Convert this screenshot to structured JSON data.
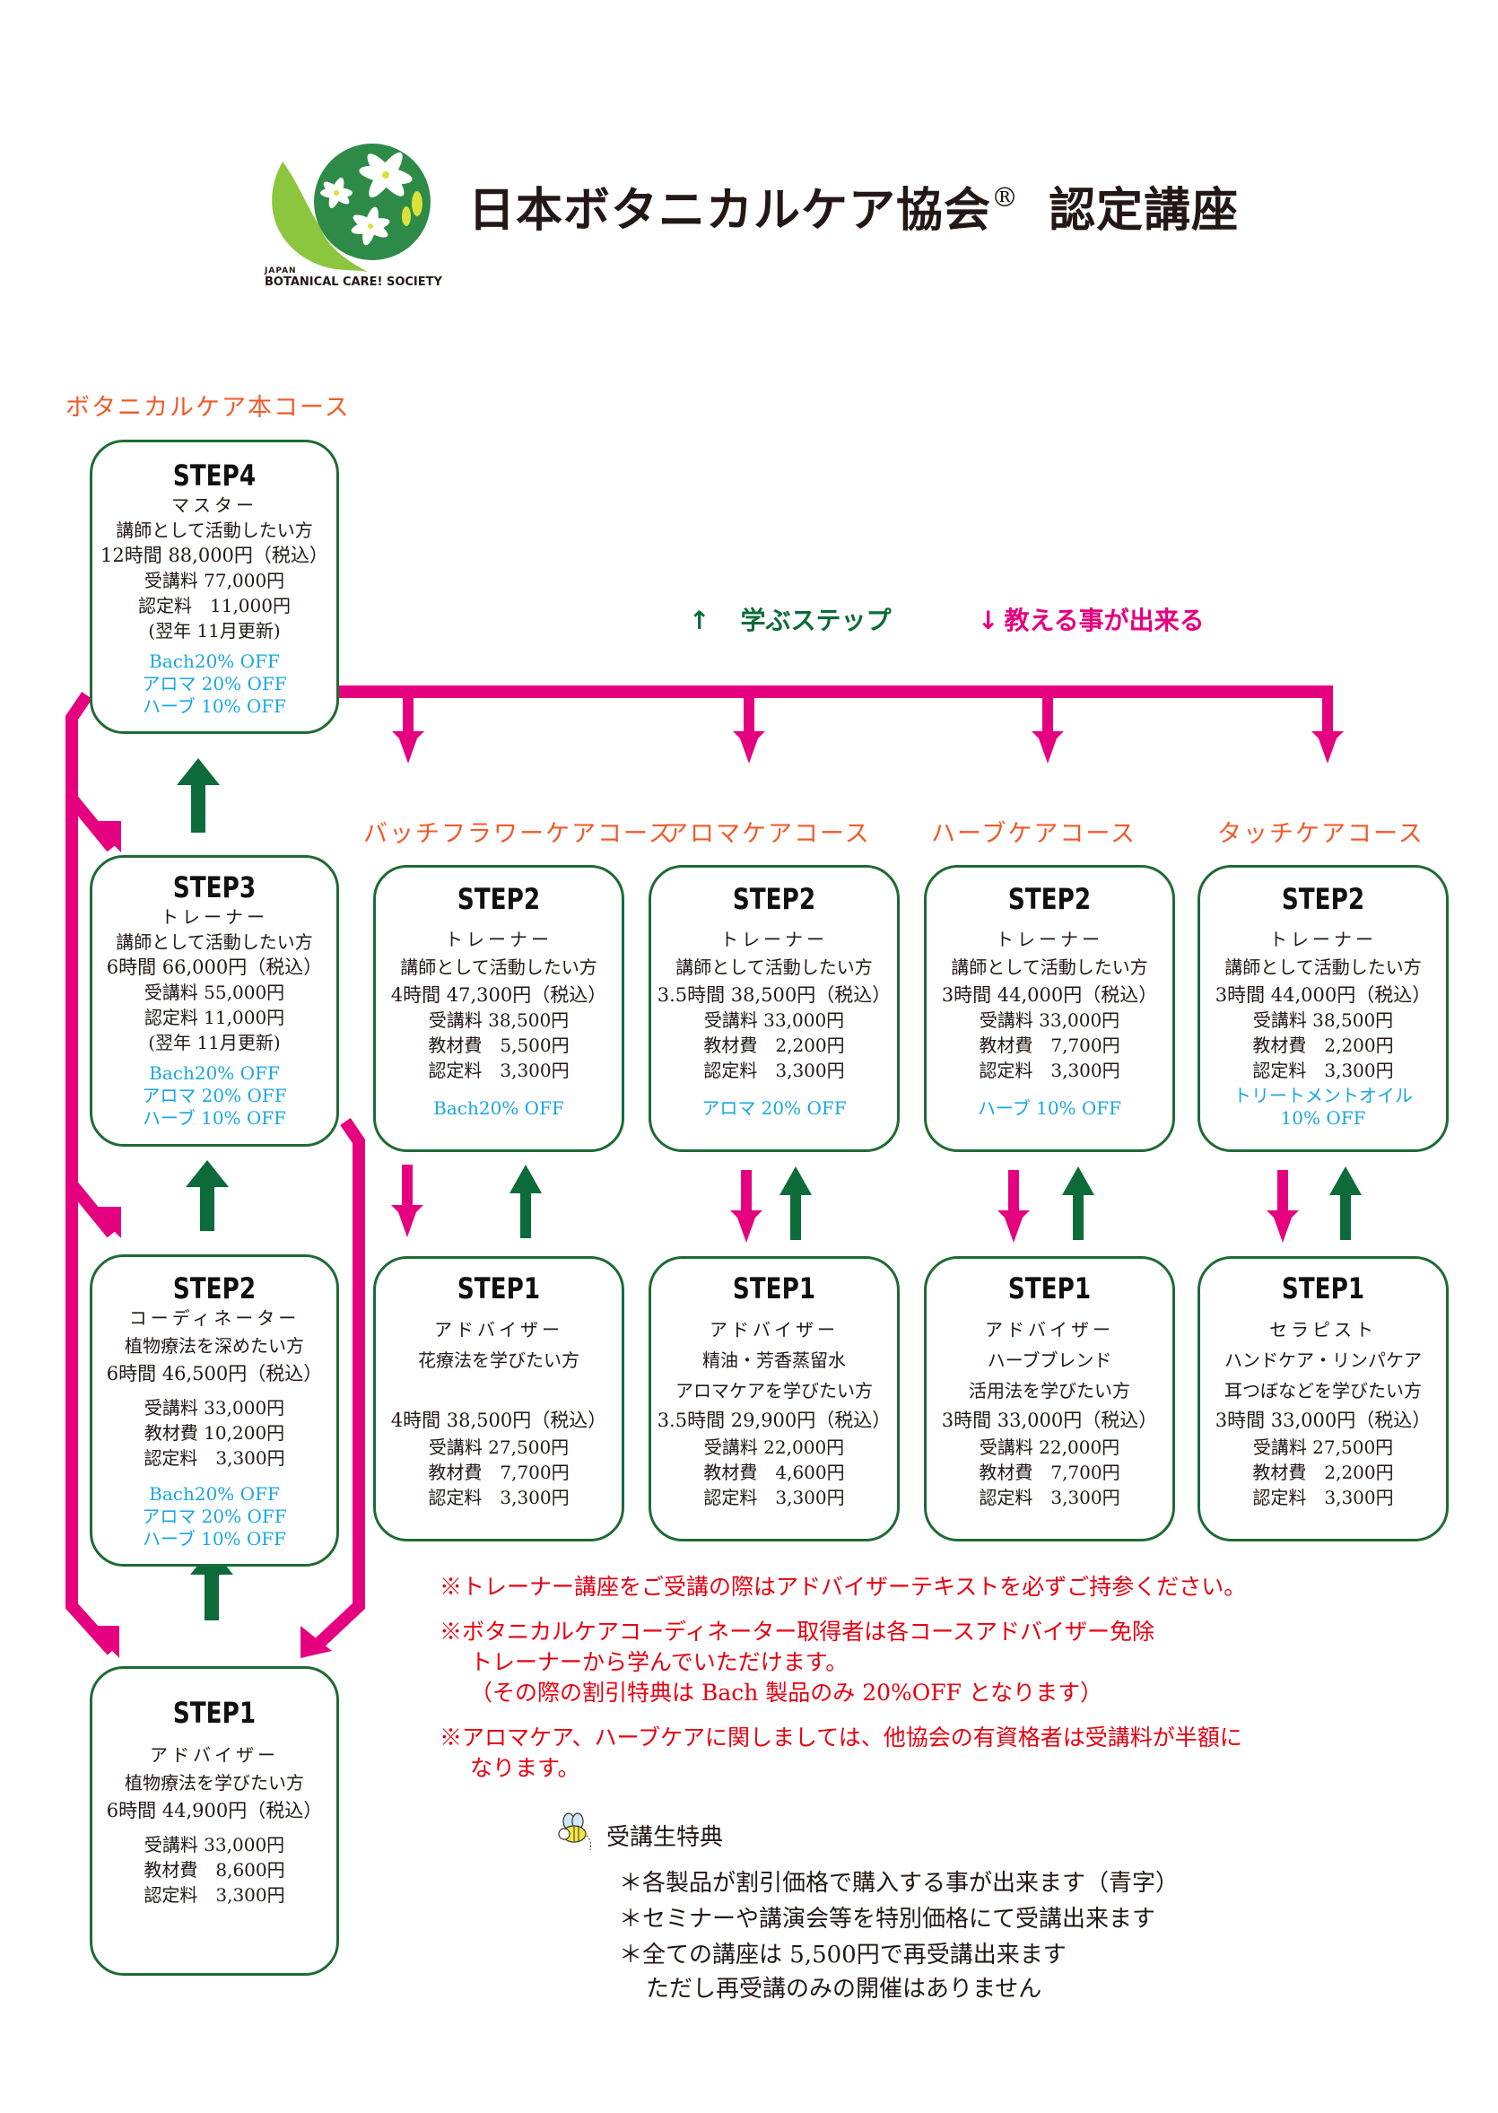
{
  "header": {
    "logo_text_top": "JAPAN",
    "logo_text_main": "BOTANICAL CARE! SOCIETY",
    "title": "日本ボタニカルケア協会",
    "title_mark": "®",
    "title_suffix": "認定講座"
  },
  "colors": {
    "green": "#1d6b35",
    "pink": "#e5007f",
    "orange": "#ef5a28",
    "blue": "#1aa6e0",
    "red": "#e60012"
  },
  "legend": {
    "learn_glyph": "↑",
    "learn_label": "学ぶステップ",
    "teach_glyph": "↓",
    "teach_label": "教える事が出来る"
  },
  "main_course": {
    "label": "ボタニカルケア本コース",
    "steps": [
      {
        "title": "STEP4",
        "role": "マスター",
        "target": "講師として活動したい方",
        "price": "12時間 88,000円（税込）",
        "fees": [
          "受講料 77,000円",
          "認定料　11,000円",
          "(翌年 11月更新)"
        ],
        "perks": [
          "Bach20% OFF",
          "アロマ 20% OFF",
          "ハーブ 10% OFF"
        ]
      },
      {
        "title": "STEP3",
        "role": "トレーナー",
        "target": "講師として活動したい方",
        "price": "6時間 66,000円（税込）",
        "fees": [
          "受講料 55,000円",
          "認定料 11,000円",
          "(翌年 11月更新)"
        ],
        "perks": [
          "Bach20% OFF",
          "アロマ 20% OFF",
          "ハーブ 10% OFF"
        ]
      },
      {
        "title": "STEP2",
        "role": "コーディネーター",
        "target": "植物療法を深めたい方",
        "price": "6時間 46,500円（税込）",
        "fees": [
          "受講料 33,000円",
          "教材費 10,200円",
          "認定料　3,300円"
        ],
        "perks": [
          "Bach20% OFF",
          "アロマ 20% OFF",
          "ハーブ 10% OFF"
        ]
      },
      {
        "title": "STEP1",
        "role": "アドバイザー",
        "target": "植物療法を学びたい方",
        "price": "6時間 44,900円（税込）",
        "fees": [
          "受講料 33,000円",
          "教材費　8,600円",
          "認定料　3,300円"
        ],
        "perks": []
      }
    ]
  },
  "sub_courses": [
    {
      "label": "バッチフラワーケアコース",
      "step2": {
        "title": "STEP2",
        "role": "トレーナー",
        "target": "講師として活動したい方",
        "price": "4時間 47,300円（税込）",
        "fees": [
          "受講料 38,500円",
          "教材費　5,500円",
          "認定料　3,300円"
        ],
        "perks": [
          "Bach20% OFF"
        ]
      },
      "step1": {
        "title": "STEP1",
        "role": "アドバイザー",
        "target": [
          "花療法を学びたい方",
          ""
        ],
        "price": "4時間 38,500円（税込）",
        "fees": [
          "受講料 27,500円",
          "教材費　7,700円",
          "認定料　3,300円"
        ]
      }
    },
    {
      "label": "アロマケアコース",
      "step2": {
        "title": "STEP2",
        "role": "トレーナー",
        "target": "講師として活動したい方",
        "price": "3.5時間 38,500円（税込）",
        "fees": [
          "受講料 33,000円",
          "教材費　2,200円",
          "認定料　3,300円"
        ],
        "perks": [
          "アロマ 20% OFF"
        ]
      },
      "step1": {
        "title": "STEP1",
        "role": "アドバイザー",
        "target": [
          "精油・芳香蒸留水",
          "アロマケアを学びたい方"
        ],
        "price": "3.5時間 29,900円（税込）",
        "fees": [
          "受講料 22,000円",
          "教材費　4,600円",
          "認定料　3,300円"
        ]
      }
    },
    {
      "label": "ハーブケアコース",
      "step2": {
        "title": "STEP2",
        "role": "トレーナー",
        "target": "講師として活動したい方",
        "price": "3時間 44,000円（税込）",
        "fees": [
          "受講料 33,000円",
          "教材費　7,700円",
          "認定料　3,300円"
        ],
        "perks": [
          "ハーブ 10% OFF"
        ]
      },
      "step1": {
        "title": "STEP1",
        "role": "アドバイザー",
        "target": [
          "ハーブブレンド",
          "活用法を学びたい方"
        ],
        "price": "3時間 33,000円（税込）",
        "fees": [
          "受講料 22,000円",
          "教材費　7,700円",
          "認定料　3,300円"
        ]
      }
    },
    {
      "label": "タッチケアコース",
      "step2": {
        "title": "STEP2",
        "role": "トレーナー",
        "target": "講師として活動したい方",
        "price": "3時間 44,000円（税込）",
        "fees": [
          "受講料 38,500円",
          "教材費　2,200円",
          "認定料　3,300円"
        ],
        "perks": [
          "トリートメントオイル",
          "10% OFF"
        ]
      },
      "step1": {
        "title": "STEP1",
        "role": "セラピスト",
        "target": [
          "ハンドケア・リンパケア",
          "耳つぼなどを学びたい方"
        ],
        "price": "3時間 33,000円（税込）",
        "fees": [
          "受講料 27,500円",
          "教材費　2,200円",
          "認定料　3,300円"
        ]
      }
    }
  ],
  "notes": [
    {
      "lines": [
        "※トレーナー講座をご受講の際はアドバイザーテキストを必ずご持参ください。"
      ]
    },
    {
      "lines": [
        "※ボタニカルケアコーディネーター取得者は各コースアドバイザー免除",
        "トレーナーから学んでいただけます。",
        "（その際の割引特典は Bach 製品のみ 20%OFF となります）"
      ]
    },
    {
      "lines": [
        "※アロマケア、ハーブケアに関しましては、他協会の有資格者は受講料が半額に",
        "なります。"
      ]
    }
  ],
  "benefits": {
    "icon": "bee-icon",
    "title": "受講生特典",
    "items": [
      {
        "text": "＊各製品が割引価格で購入する事が出来ます（青字）",
        "cont": ""
      },
      {
        "text": "＊セミナーや講演会等を特別価格にて受講出来ます",
        "cont": ""
      },
      {
        "text": "＊全ての講座は 5,500円で再受講出来ます",
        "cont": "ただし再受講のみの開催はありません"
      }
    ]
  }
}
